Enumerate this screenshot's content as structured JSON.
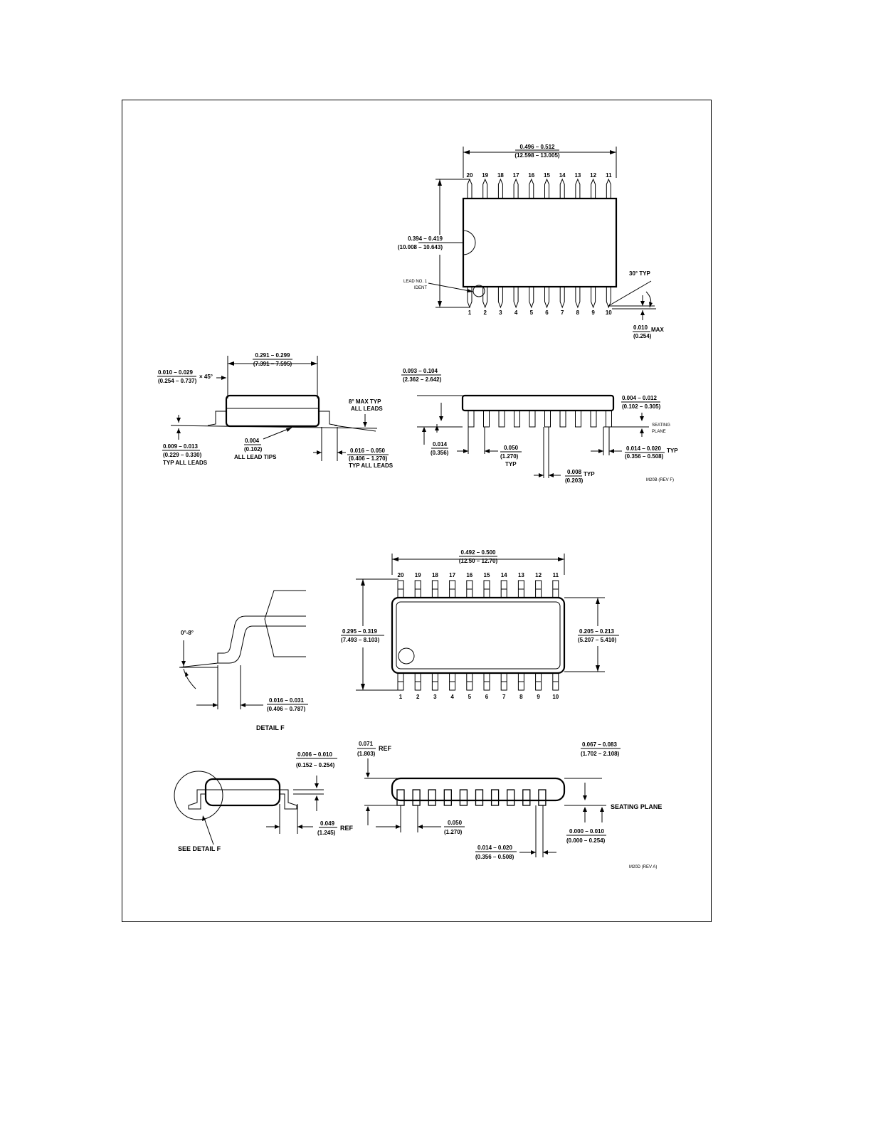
{
  "m20b": {
    "top": {
      "pins_top": [
        "20",
        "19",
        "18",
        "17",
        "16",
        "15",
        "14",
        "13",
        "12",
        "11"
      ],
      "pins_bottom": [
        "1",
        "2",
        "3",
        "4",
        "5",
        "6",
        "7",
        "8",
        "9",
        "10"
      ],
      "length_in": "0.496 – 0.512",
      "length_mm": "(12.598 – 13.005)",
      "width_in": "0.394 – 0.419",
      "width_mm": "(10.008 – 10.643)",
      "lead1_a": "LEAD NO. 1",
      "lead1_b": "IDENT",
      "angle": "30° TYP",
      "max_in": "0.010",
      "max_suffix": "MAX",
      "max_mm": "(0.254)"
    },
    "end": {
      "body_in": "0.291 – 0.299",
      "body_mm": "(7.391 – 7.595)",
      "chamfer_in": "0.010 – 0.029",
      "chamfer_mm": "(0.254 – 0.737)",
      "chamfer_suffix": "× 45°",
      "angle_a": "8° MAX TYP",
      "angle_b": "ALL LEADS",
      "thick_in": "0.009 – 0.013",
      "thick_mm": "(0.229 – 0.330)",
      "thick_note": "TYP ALL LEADS",
      "tips_in": "0.004",
      "tips_mm": "(0.102)",
      "tips_note": "ALL LEAD TIPS",
      "foot_in": "0.016 – 0.050",
      "foot_mm": "(0.406 – 1.270)",
      "foot_note": "TYP ALL LEADS"
    },
    "side": {
      "height_in": "0.093 – 0.104",
      "height_mm": "(2.362 – 2.642)",
      "stand_in": "0.004 – 0.012",
      "stand_mm": "(0.102 – 0.305)",
      "seating_a": "SEATING",
      "seating_b": "PLANE",
      "lead_in": "0.014",
      "lead_mm": "(0.356)",
      "pitch_in": "0.050",
      "pitch_mm": "(1.270)",
      "pitch_note": "TYP",
      "width_in": "0.014 – 0.020",
      "width_mm": "(0.356 – 0.508)",
      "width_suffix": "TYP",
      "gap_in": "0.008",
      "gap_mm": "(0.203)",
      "gap_suffix": "TYP",
      "ref": "M20B (REV F)"
    }
  },
  "m20d": {
    "top": {
      "pins_top": [
        "20",
        "19",
        "18",
        "17",
        "16",
        "15",
        "14",
        "13",
        "12",
        "11"
      ],
      "pins_bottom": [
        "1",
        "2",
        "3",
        "4",
        "5",
        "6",
        "7",
        "8",
        "9",
        "10"
      ],
      "length_in": "0.492 – 0.500",
      "length_mm": "(12.50 – 12.70)",
      "width_in": "0.295 – 0.319",
      "width_mm": "(7.493 – 8.103)",
      "body_in": "0.205 – 0.213",
      "body_mm": "(5.207 – 5.410)"
    },
    "detail": {
      "angle": "0°-8°",
      "foot_in": "0.016 – 0.031",
      "foot_mm": "(0.406 – 0.787)",
      "title": "DETAIL F"
    },
    "end": {
      "thick_in": "0.006 – 0.010",
      "thick_mm": "(0.152 – 0.254)",
      "foot_in": "0.049",
      "foot_mm": "(1.245)",
      "foot_suffix": "REF",
      "see": "SEE DETAIL F"
    },
    "side": {
      "stand_in": "0.071",
      "stand_mm": "(1.803)",
      "stand_suffix": "REF",
      "height_in": "0.067 – 0.083",
      "height_mm": "(1.702 – 2.108)",
      "seating": "SEATING PLANE",
      "pitch_in": "0.050",
      "pitch_mm": "(1.270)",
      "lead_in": "0.014 – 0.020",
      "lead_mm": "(0.356 – 0.508)",
      "clear_in": "0.000 – 0.010",
      "clear_mm": "(0.000 – 0.254)",
      "ref": "M20D (REV A)"
    }
  }
}
